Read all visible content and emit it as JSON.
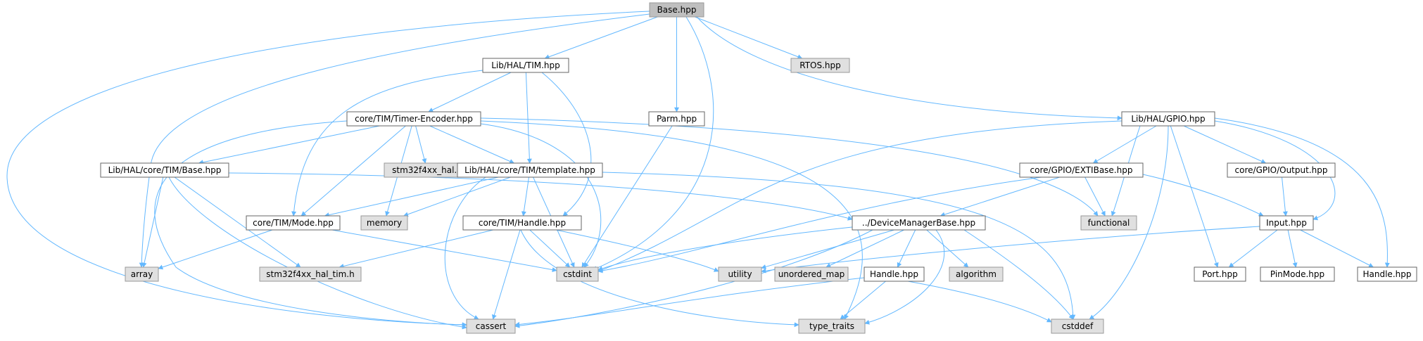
{
  "colors": {
    "edge": "#63b8ff",
    "node_fill_file": "#ffffff",
    "node_fill_external": "#e0e0e0",
    "node_fill_root": "#bfbfbf",
    "node_border_file": "#666666",
    "node_border_external": "#999999",
    "node_border_root": "#999999"
  },
  "nodes": {
    "base_hpp": {
      "label": "Base.hpp",
      "kind": "root"
    },
    "lib_hal_tim_hpp": {
      "label": "Lib/HAL/TIM.hpp",
      "kind": "file"
    },
    "parm_hpp": {
      "label": "Parm.hpp",
      "kind": "file"
    },
    "rtos_hpp": {
      "label": "RTOS.hpp",
      "kind": "external"
    },
    "lib_hal_gpio_hpp": {
      "label": "Lib/HAL/GPIO.hpp",
      "kind": "file"
    },
    "core_tim_timer_encoder": {
      "label": "core/TIM/Timer-Encoder.hpp",
      "kind": "file"
    },
    "stm32f4xx_hal_h": {
      "label": "stm32f4xx_hal.h",
      "kind": "external"
    },
    "lib_hal_core_tim_template": {
      "label": "Lib/HAL/core/TIM/template.hpp",
      "kind": "file"
    },
    "lib_hal_core_tim_base": {
      "label": "Lib/HAL/core/TIM/Base.hpp",
      "kind": "file"
    },
    "core_gpio_extibase": {
      "label": "core/GPIO/EXTIBase.hpp",
      "kind": "file"
    },
    "core_gpio_output": {
      "label": "core/GPIO/Output.hpp",
      "kind": "file"
    },
    "core_tim_mode": {
      "label": "core/TIM/Mode.hpp",
      "kind": "file"
    },
    "memory": {
      "label": "memory",
      "kind": "external"
    },
    "core_tim_handle": {
      "label": "core/TIM/Handle.hpp",
      "kind": "file"
    },
    "device_manager_base": {
      "label": "../DeviceManagerBase.hpp",
      "kind": "file"
    },
    "functional": {
      "label": "functional",
      "kind": "external"
    },
    "input_hpp": {
      "label": "Input.hpp",
      "kind": "file"
    },
    "array": {
      "label": "array",
      "kind": "external"
    },
    "stm32f4xx_hal_tim_h": {
      "label": "stm32f4xx_hal_tim.h",
      "kind": "external"
    },
    "cstdint": {
      "label": "cstdint",
      "kind": "external"
    },
    "utility": {
      "label": "utility",
      "kind": "external"
    },
    "unordered_map": {
      "label": "unordered_map",
      "kind": "external"
    },
    "algorithm": {
      "label": "algorithm",
      "kind": "external"
    },
    "handle_hpp_mid": {
      "label": "Handle.hpp",
      "kind": "file"
    },
    "port_hpp": {
      "label": "Port.hpp",
      "kind": "file"
    },
    "pinmode_hpp": {
      "label": "PinMode.hpp",
      "kind": "file"
    },
    "handle_hpp_right": {
      "label": "Handle.hpp",
      "kind": "file"
    },
    "cassert": {
      "label": "cassert",
      "kind": "external"
    },
    "type_traits": {
      "label": "type_traits",
      "kind": "external"
    },
    "cstddef": {
      "label": "cstddef",
      "kind": "external"
    }
  },
  "edges": [
    [
      "base_hpp",
      "lib_hal_tim_hpp"
    ],
    [
      "base_hpp",
      "parm_hpp"
    ],
    [
      "base_hpp",
      "rtos_hpp"
    ],
    [
      "base_hpp",
      "lib_hal_gpio_hpp"
    ],
    [
      "base_hpp",
      "cstdint"
    ],
    [
      "base_hpp",
      "array"
    ],
    [
      "base_hpp",
      "cassert"
    ],
    [
      "lib_hal_tim_hpp",
      "core_tim_timer_encoder"
    ],
    [
      "lib_hal_tim_hpp",
      "lib_hal_core_tim_template"
    ],
    [
      "lib_hal_tim_hpp",
      "core_tim_mode"
    ],
    [
      "lib_hal_tim_hpp",
      "core_tim_handle"
    ],
    [
      "core_tim_timer_encoder",
      "stm32f4xx_hal_h"
    ],
    [
      "core_tim_timer_encoder",
      "lib_hal_core_tim_template"
    ],
    [
      "core_tim_timer_encoder",
      "lib_hal_core_tim_base"
    ],
    [
      "core_tim_timer_encoder",
      "core_tim_mode"
    ],
    [
      "core_tim_timer_encoder",
      "memory"
    ],
    [
      "core_tim_timer_encoder",
      "cstdint"
    ],
    [
      "core_tim_timer_encoder",
      "cassert"
    ],
    [
      "core_tim_timer_encoder",
      "functional"
    ],
    [
      "core_tim_timer_encoder",
      "type_traits"
    ],
    [
      "lib_hal_core_tim_template",
      "core_tim_mode"
    ],
    [
      "lib_hal_core_tim_template",
      "memory"
    ],
    [
      "lib_hal_core_tim_template",
      "core_tim_handle"
    ],
    [
      "lib_hal_core_tim_template",
      "cstdint"
    ],
    [
      "lib_hal_core_tim_template",
      "cassert"
    ],
    [
      "lib_hal_core_tim_template",
      "cstddef"
    ],
    [
      "lib_hal_core_tim_base",
      "array"
    ],
    [
      "lib_hal_core_tim_base",
      "stm32f4xx_hal_tim_h"
    ],
    [
      "lib_hal_core_tim_base",
      "cassert"
    ],
    [
      "lib_hal_core_tim_base",
      "device_manager_base"
    ],
    [
      "core_tim_mode",
      "array"
    ],
    [
      "core_tim_mode",
      "cstdint"
    ],
    [
      "core_tim_handle",
      "stm32f4xx_hal_tim_h"
    ],
    [
      "core_tim_handle",
      "cstdint"
    ],
    [
      "core_tim_handle",
      "cassert"
    ],
    [
      "core_tim_handle",
      "utility"
    ],
    [
      "core_tim_handle",
      "type_traits"
    ],
    [
      "parm_hpp",
      "cstdint"
    ],
    [
      "lib_hal_gpio_hpp",
      "core_gpio_extibase"
    ],
    [
      "lib_hal_gpio_hpp",
      "core_gpio_output"
    ],
    [
      "lib_hal_gpio_hpp",
      "input_hpp"
    ],
    [
      "lib_hal_gpio_hpp",
      "port_hpp"
    ],
    [
      "lib_hal_gpio_hpp",
      "handle_hpp_right"
    ],
    [
      "lib_hal_gpio_hpp",
      "cstddef"
    ],
    [
      "lib_hal_gpio_hpp",
      "cstdint"
    ],
    [
      "lib_hal_gpio_hpp",
      "functional"
    ],
    [
      "core_gpio_extibase",
      "device_manager_base"
    ],
    [
      "core_gpio_extibase",
      "functional"
    ],
    [
      "core_gpio_extibase",
      "input_hpp"
    ],
    [
      "core_gpio_extibase",
      "cstdint"
    ],
    [
      "core_gpio_output",
      "input_hpp"
    ],
    [
      "input_hpp",
      "port_hpp"
    ],
    [
      "input_hpp",
      "pinmode_hpp"
    ],
    [
      "input_hpp",
      "handle_hpp_right"
    ],
    [
      "input_hpp",
      "utility"
    ],
    [
      "device_manager_base",
      "cstdint"
    ],
    [
      "device_manager_base",
      "utility"
    ],
    [
      "device_manager_base",
      "unordered_map"
    ],
    [
      "device_manager_base",
      "algorithm"
    ],
    [
      "device_manager_base",
      "handle_hpp_mid"
    ],
    [
      "device_manager_base",
      "cassert"
    ],
    [
      "device_manager_base",
      "type_traits"
    ],
    [
      "device_manager_base",
      "cstddef"
    ],
    [
      "handle_hpp_mid",
      "cassert"
    ],
    [
      "handle_hpp_mid",
      "type_traits"
    ],
    [
      "handle_hpp_mid",
      "cstddef"
    ]
  ]
}
